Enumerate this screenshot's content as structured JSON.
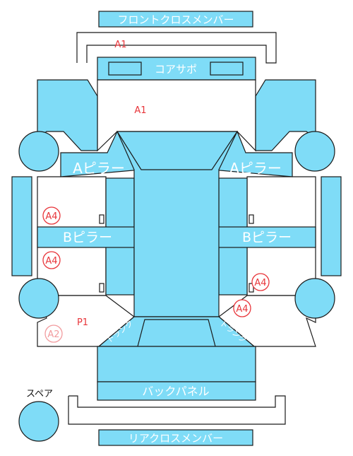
{
  "labels": {
    "front_cross_member": "フロントクロスメンバー",
    "core_support": "コアサポ",
    "a_pillar_left": "Aピラー",
    "a_pillar_right": "Aピラー",
    "b_pillar_left": "Bピラー",
    "b_pillar_right": "Bピラー",
    "back_panel": "バックパネル",
    "rear_cross_member": "リアクロスメンバー",
    "spare": "スペア",
    "trunk_left": "トランク",
    "trunk_right": "トランク"
  },
  "damage_marks": [
    {
      "code": "A1",
      "style": "text"
    },
    {
      "code": "A1",
      "style": "text"
    },
    {
      "code": "A4",
      "style": "circle"
    },
    {
      "code": "A4",
      "style": "circle"
    },
    {
      "code": "A4",
      "style": "circle"
    },
    {
      "code": "A4",
      "style": "circle"
    },
    {
      "code": "P1",
      "style": "text"
    },
    {
      "code": "A2",
      "style": "faded-circle"
    }
  ],
  "colors": {
    "panel_fill": "#7fdcf7",
    "panel_stroke": "#1a1a1a",
    "label_text": "#ffffff",
    "mark_red": "#e8353a",
    "mark_faded": "#f29b9e"
  }
}
